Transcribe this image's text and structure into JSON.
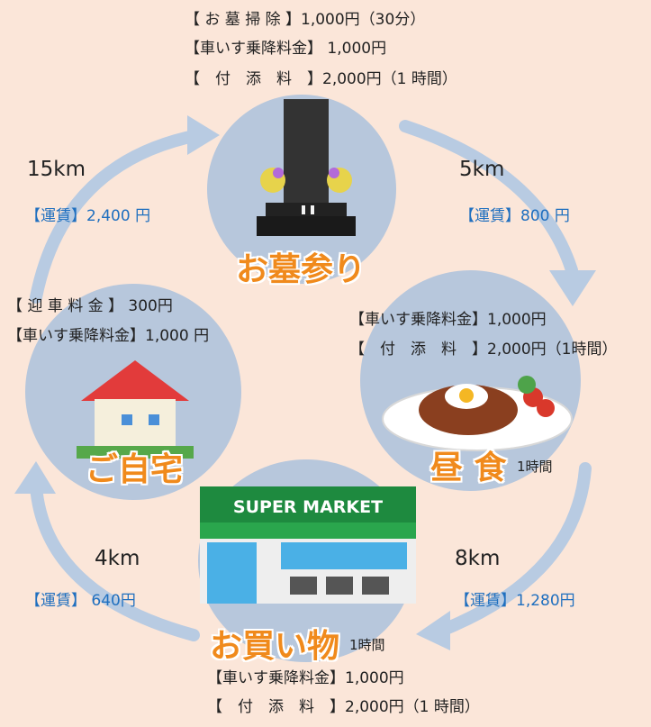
{
  "top": {
    "line1": "【 お 墓 掃 除 】1,000円（30分）",
    "line2": "【車いす乗降料金】 1,000円",
    "line3": "【　付　添　料　】2,000円（1 時間）"
  },
  "grave": {
    "label": "お墓参り"
  },
  "lunch": {
    "label": "昼 食",
    "duration": "1時間",
    "line1": "【車いす乗降料金】1,000円",
    "line2": "【　付　添　料　】2,000円（1時間）"
  },
  "shop": {
    "label": "お買い物",
    "duration": "1時間",
    "sign": "SUPER MARKET",
    "line1": "【車いす乗降料金】1,000円",
    "line2": "【　付　添　料　】2,000円（1 時間）"
  },
  "home": {
    "label": "ご自宅",
    "line1": "【 迎 車 料 金 】 300円",
    "line2": "【車いす乗降料金】1,000 円"
  },
  "legs": {
    "home_to_grave": {
      "distance": "15km",
      "fare": "【運賃】2,400 円"
    },
    "grave_to_lunch": {
      "distance": "5km",
      "fare": "【運賃】800 円"
    },
    "lunch_to_shop": {
      "distance": "8km",
      "fare": "【運賃】1,280円"
    },
    "shop_to_home": {
      "distance": "4km",
      "fare": "【運賃】 640円"
    }
  },
  "colors": {
    "arrow": "#b8cbe2",
    "circle": "#b7c7dc",
    "label": "#f08a1c",
    "fare": "#1f6fbf"
  }
}
